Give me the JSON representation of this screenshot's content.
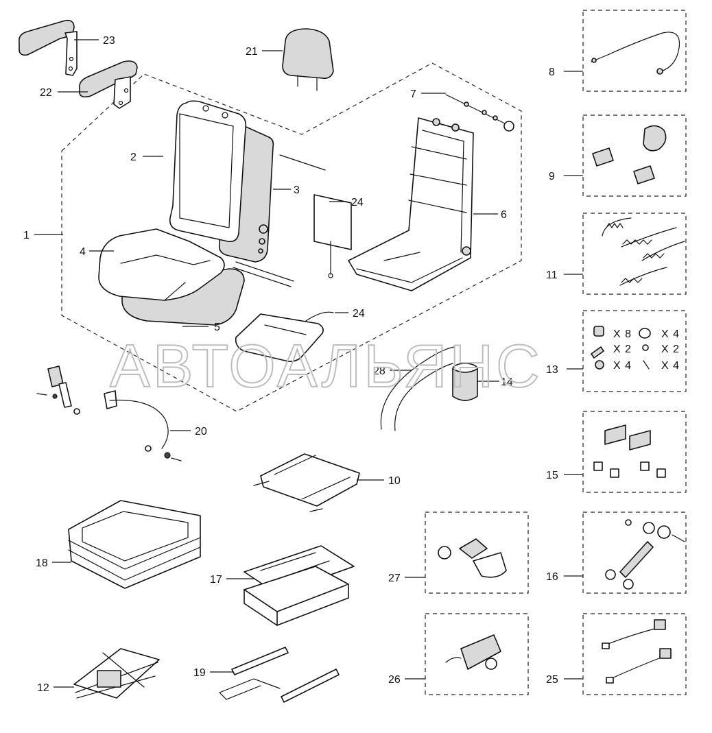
{
  "watermark": "АВТОАЛЬЯНС",
  "callouts": {
    "c1": "1",
    "c2": "2",
    "c3": "3",
    "c4": "4",
    "c5": "5",
    "c6": "6",
    "c7": "7",
    "c8": "8",
    "c9": "9",
    "c10": "10",
    "c11": "11",
    "c12": "12",
    "c13": "13",
    "c14": "14",
    "c15": "15",
    "c16": "16",
    "c17": "17",
    "c18": "18",
    "c19": "19",
    "c20": "20",
    "c21": "21",
    "c22": "22",
    "c23": "23",
    "c24a": "24",
    "c24b": "24",
    "c25": "25",
    "c26": "26",
    "c27": "27",
    "c28": "28"
  },
  "kit13_quantities": {
    "q1": "X 8",
    "q2": "X 4",
    "q3": "X 2",
    "q4": "X 2",
    "q5": "X 4",
    "q6": "X 4"
  }
}
